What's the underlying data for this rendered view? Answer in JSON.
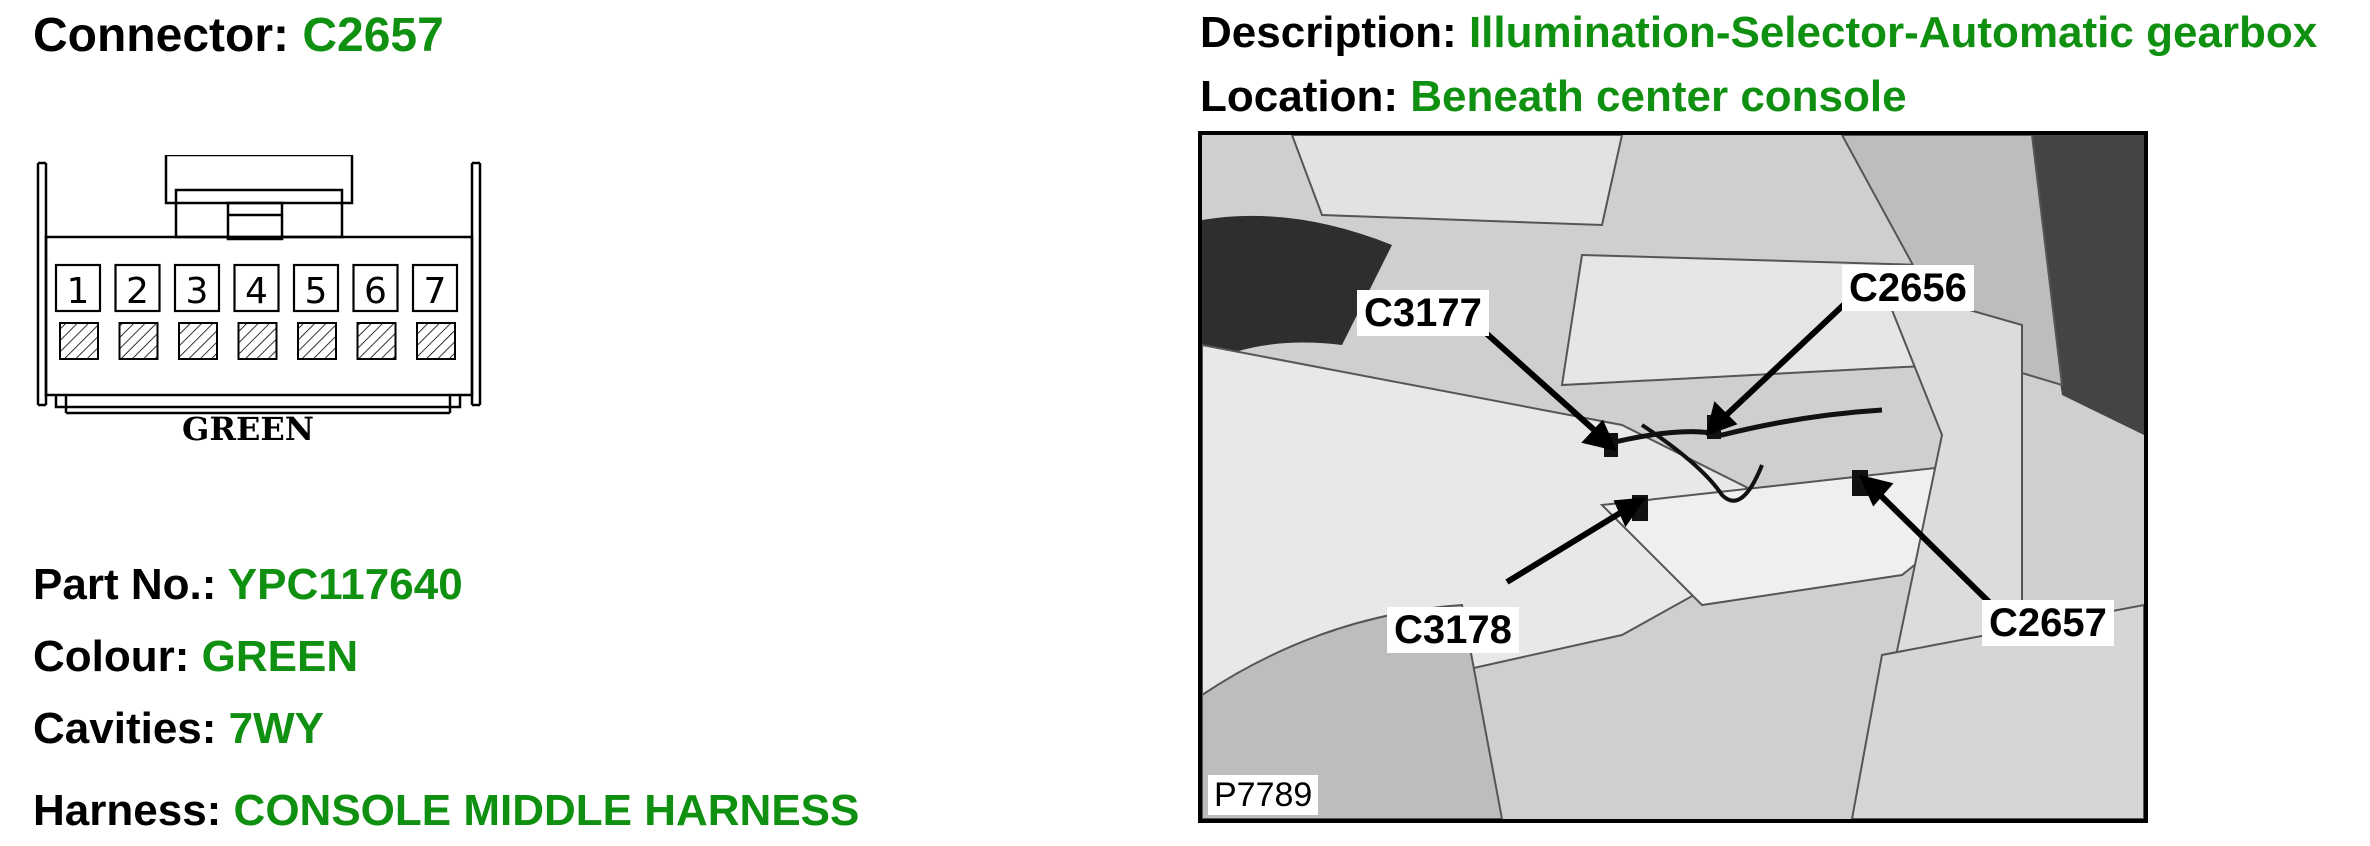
{
  "connector": {
    "label": "Connector:",
    "value": "C2657"
  },
  "description": {
    "label": "Description:",
    "value": "Illumination-Selector-Automatic gearbox"
  },
  "location": {
    "label": "Location:",
    "value": "Beneath center console"
  },
  "diagram": {
    "pins": [
      "1",
      "2",
      "3",
      "4",
      "5",
      "6",
      "7"
    ],
    "color_label": "GREEN"
  },
  "part_no": {
    "label": "Part No.:",
    "value": "YPC117640"
  },
  "colour": {
    "label": "Colour:",
    "value": "GREEN"
  },
  "cavities": {
    "label": "Cavities:",
    "value": "7WY"
  },
  "harness": {
    "label": "Harness:",
    "value": "CONSOLE MIDDLE HARNESS"
  },
  "photo": {
    "callouts": [
      "C3177",
      "C2656",
      "C3178",
      "C2657"
    ],
    "image_id": "P7789"
  },
  "colors": {
    "value_green": "#109010",
    "label_black": "#000000"
  }
}
